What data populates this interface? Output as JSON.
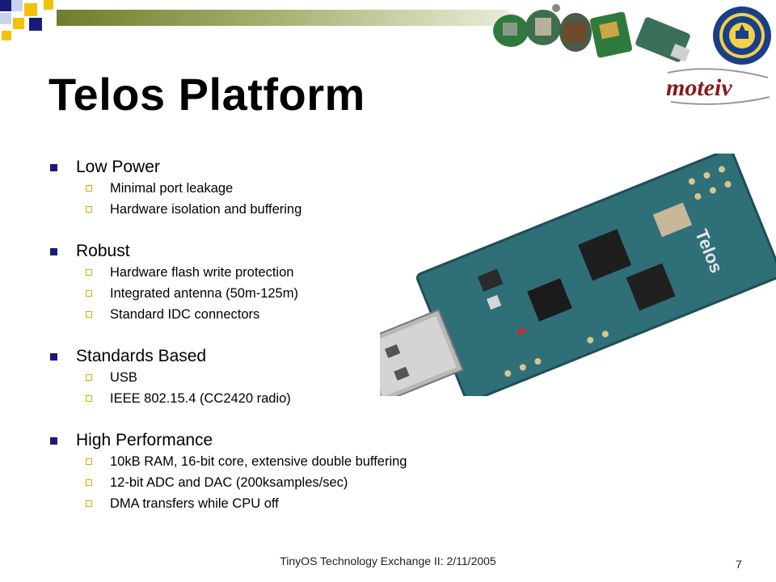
{
  "slide": {
    "title": "Telos Platform",
    "footer": "TinyOS Technology Exchange II: 2/11/2005",
    "page_number": "7"
  },
  "logos": {
    "moteiv_text": "moteiv",
    "seal_icon": "uc-seal-icon"
  },
  "sections": [
    {
      "heading": "Low Power",
      "items": [
        "Minimal port leakage",
        "Hardware isolation and buffering"
      ]
    },
    {
      "heading": "Robust",
      "items": [
        "Hardware flash write protection",
        "Integrated antenna (50m-125m)",
        "Standard IDC connectors"
      ]
    },
    {
      "heading": "Standards Based",
      "items": [
        "USB",
        "IEEE 802.15.4 (CC2420 radio)"
      ]
    },
    {
      "heading": "High Performance",
      "items": [
        "10kB RAM, 16-bit core, extensive double buffering",
        "12-bit ADC and DAC (200ksamples/sec)",
        "DMA transfers while CPU off"
      ]
    }
  ],
  "colors": {
    "bullet_primary": "#1a1a7a",
    "bullet_secondary": "#e0a800",
    "accent_gold": "#f2c200",
    "bar_olive": "#6f7d2e",
    "board_teal": "#2f6f78"
  }
}
